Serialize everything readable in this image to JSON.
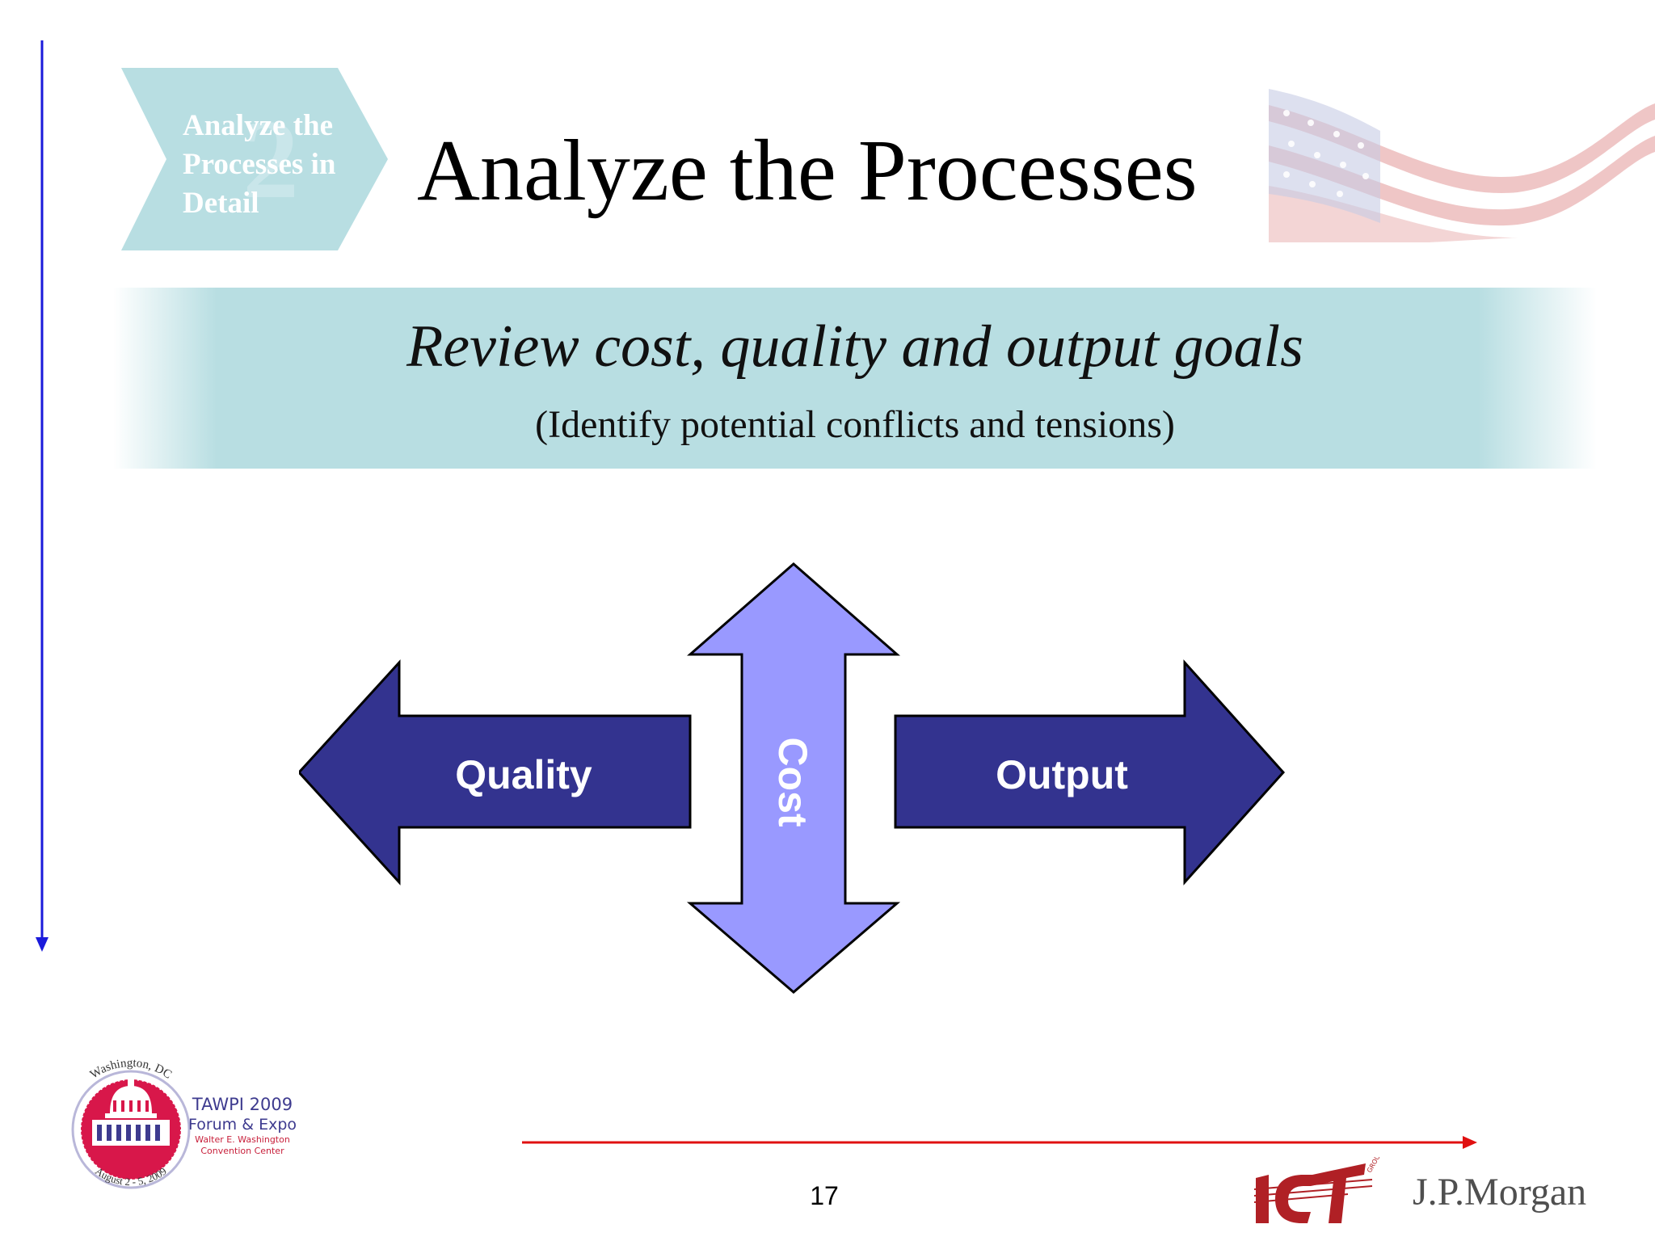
{
  "step_badge": {
    "number": "2",
    "lines": [
      "Analyze the",
      "Processes in",
      "Detail"
    ]
  },
  "header": {
    "title": "Analyze the Processes"
  },
  "banner": {
    "headline": "Review cost, quality and output goals",
    "subheadline": "(Identify potential conflicts and tensions)"
  },
  "diagram": {
    "left_arrow_label": "Quality",
    "right_arrow_label": "Output",
    "vertical_arrow_label": "Cost",
    "colors": {
      "dark_arrow": "#33338f",
      "light_arrow": "#9999ff",
      "outline": "#000000"
    }
  },
  "footer": {
    "event_logo": {
      "arc_top": "Washington, DC",
      "arc_bottom": "August 2 - 5, 2009",
      "title": "TAWPI 2009",
      "subtitle": "Forum & Expo",
      "venue_line1": "Walter E. Washington",
      "venue_line2": "Convention Center"
    },
    "page_number": "17",
    "ict_logo_text": "ICT",
    "ict_logo_small": "GROUP",
    "sponsor": "J.P.Morgan"
  },
  "colors": {
    "vertical_guide": "#1a1adb",
    "horizontal_guide": "#e01010",
    "banner": "#b8dee2",
    "badge": "#b8dee2"
  }
}
